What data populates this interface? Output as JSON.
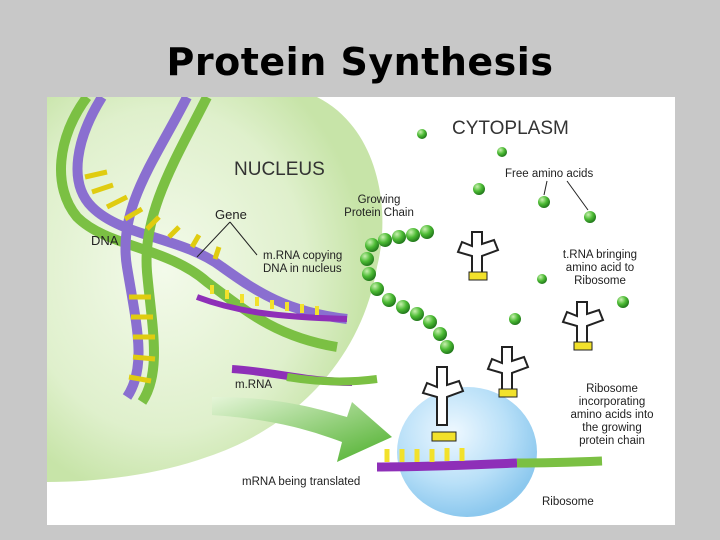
{
  "slide": {
    "title": "Protein Synthesis"
  },
  "diagram": {
    "regions": {
      "cytoplasm": "CYTOPLASM",
      "nucleus": "NUCLEUS"
    },
    "labels": {
      "free_amino_acids": "Free amino acids",
      "growing_chain_1": "Growing",
      "growing_chain_2": "Protein Chain",
      "gene": "Gene",
      "dna": "DNA",
      "mrna_copy_1": "m.RNA copying",
      "mrna_copy_2": "DNA in nucleus",
      "trna_1": "t.RNA bringing",
      "trna_2": "amino acid to",
      "trna_3": "Ribosome",
      "mrna": "m.RNA",
      "ribo_inc_1": "Ribosome",
      "ribo_inc_2": "incorporating",
      "ribo_inc_3": "amino acids into",
      "ribo_inc_4": "the growing",
      "ribo_inc_5": "protein chain",
      "mrna_translated": "mRNA being translated",
      "ribosome": "Ribosome"
    },
    "colors": {
      "nucleus": "#cfe9b4",
      "dna_strand": "#8a6fd0",
      "dna_backbone": "#7bc043",
      "base": "#f2e12b",
      "mrna": "#8e2fb8",
      "amino_acid": "#3aa62f",
      "ribosome": "#a9d8f5",
      "arrow": "#4caf2a"
    }
  }
}
